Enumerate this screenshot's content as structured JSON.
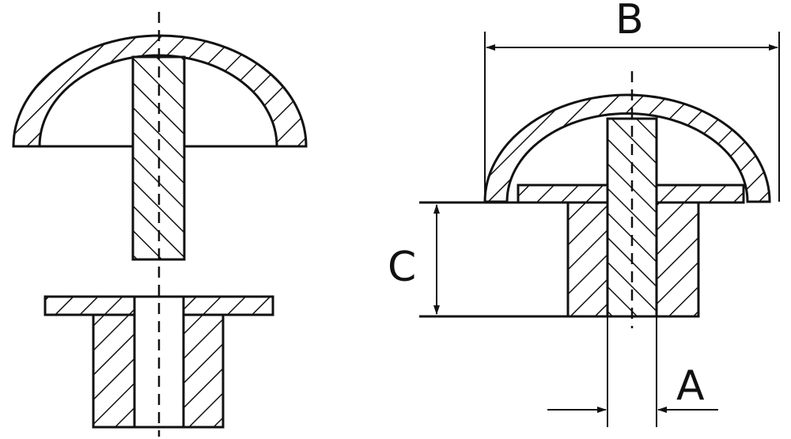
{
  "diagram": {
    "labels": {
      "a": "A",
      "b": "B",
      "c": "C"
    },
    "colors": {
      "stroke": "#111111",
      "background": "#ffffff"
    }
  }
}
